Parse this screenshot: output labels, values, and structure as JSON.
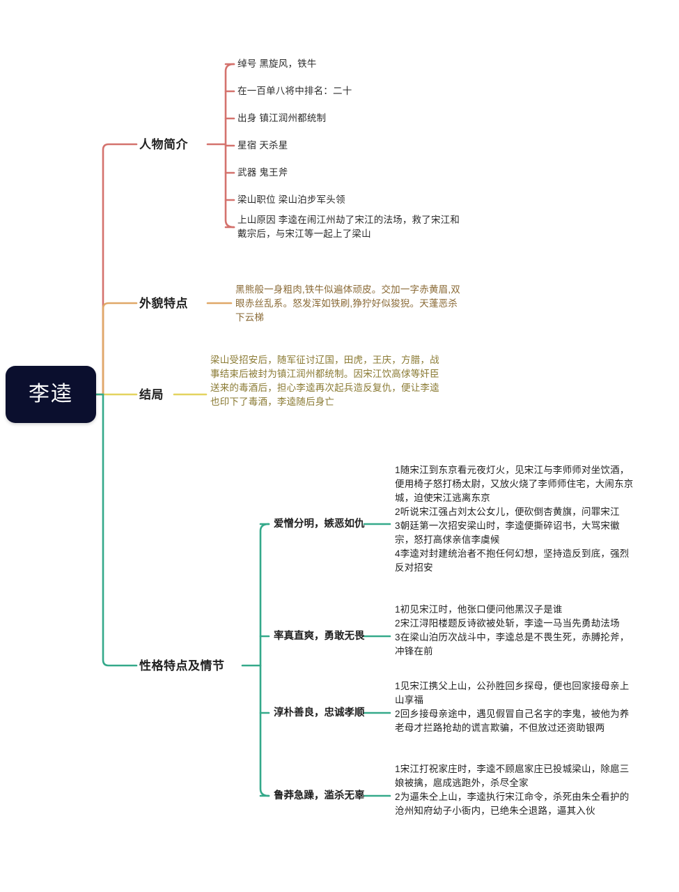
{
  "colors": {
    "root_bg": "#0b0f2e",
    "root_text": "#ffffff",
    "branch_red": "#d4726d",
    "branch_orange": "#e0a868",
    "branch_yellow": "#e3d35f",
    "branch_green": "#34a98a",
    "page_bg": "#ffffff",
    "text_dark": "#1f1f1f"
  },
  "root": {
    "label": "李逵"
  },
  "branches": [
    {
      "id": "intro",
      "label": "人物简介",
      "color": "#d4726d",
      "leaves": [
        {
          "text": "绰号 黑旋风，铁牛"
        },
        {
          "text": "在一百单八将中排名：二十"
        },
        {
          "text": "出身 镇江润州都统制"
        },
        {
          "text": "星宿 天杀星"
        },
        {
          "text": "武器 鬼王斧"
        },
        {
          "text": "梁山职位 梁山泊步军头领"
        },
        {
          "text": "上山原因 李逵在闹江州劫了宋江的法场，救了宋江和戴宗后，与宋江等一起上了梁山"
        }
      ]
    },
    {
      "id": "appearance",
      "label": "外貌特点",
      "color": "#e0a868",
      "leaves": [
        {
          "text": "黑熊般一身粗肉,铁牛似遍体顽皮。交加一字赤黄眉,双眼赤丝乱系。怒发浑如铁刷,狰狞好似狻猊。天蓬恶杀下云梯"
        }
      ]
    },
    {
      "id": "ending",
      "label": "结局",
      "color": "#e3d35f",
      "leaves": [
        {
          "text": "梁山受招安后，随军征讨辽国，田虎，王庆，方腊，战事结束后被封为镇江润州都统制。因宋江饮高俅等奸臣送来的毒酒后，担心李逵再次起兵造反复仇，便让李逵也印下了毒酒，李逵随后身亡"
        }
      ]
    },
    {
      "id": "personality",
      "label": "性格特点及情节",
      "color": "#34a98a",
      "sub_branches": [
        {
          "label": "爱憎分明，嫉恶如仇",
          "detail": "1随宋江到东京看元夜灯火，见宋江与李师师对坐饮酒，便用椅子怒打杨太尉，又放火烧了李师师住宅，大闹东京城，迫使宋江逃离东京\n2听说宋江强占刘太公女儿，便砍倒杏黄旗，问罪宋江\n3朝廷第一次招安梁山时，李逵便撕碎诏书，大骂宋徽宗，怒打高俅亲信李虞候\n4李逵对封建统治者不抱任何幻想，坚持造反到底，强烈反对招安"
        },
        {
          "label": "率真直爽，勇敢无畏",
          "detail": "1初见宋江时，他张口便问他黑汉子是谁\n2宋江浔阳楼题反诗欲被处斩，李逵一马当先勇劫法场\n3在梁山泊历次战斗中，李逵总是不畏生死，赤膊抡斧，冲锋在前"
        },
        {
          "label": "淳朴善良，忠诚孝顺",
          "detail": "1见宋江携父上山，公孙胜回乡探母，便也回家接母亲上山享福\n2回乡接母亲途中，遇见假冒自己名字的李鬼，被他为养老母才拦路抢劫的谎言欺骗，不但放过还资助银两"
        },
        {
          "label": "鲁莽急躁，滥杀无辜",
          "detail": "1宋江打祝家庄时，李逵不顾扈家庄已投城梁山，除扈三娘被擒，扈成逃跑外，杀尽全家\n2为逼朱仝上山，李逵执行宋江命令，杀死由朱仝看护的沧州知府幼子小衙内，已绝朱仝退路，逼其入伙"
        }
      ]
    }
  ]
}
